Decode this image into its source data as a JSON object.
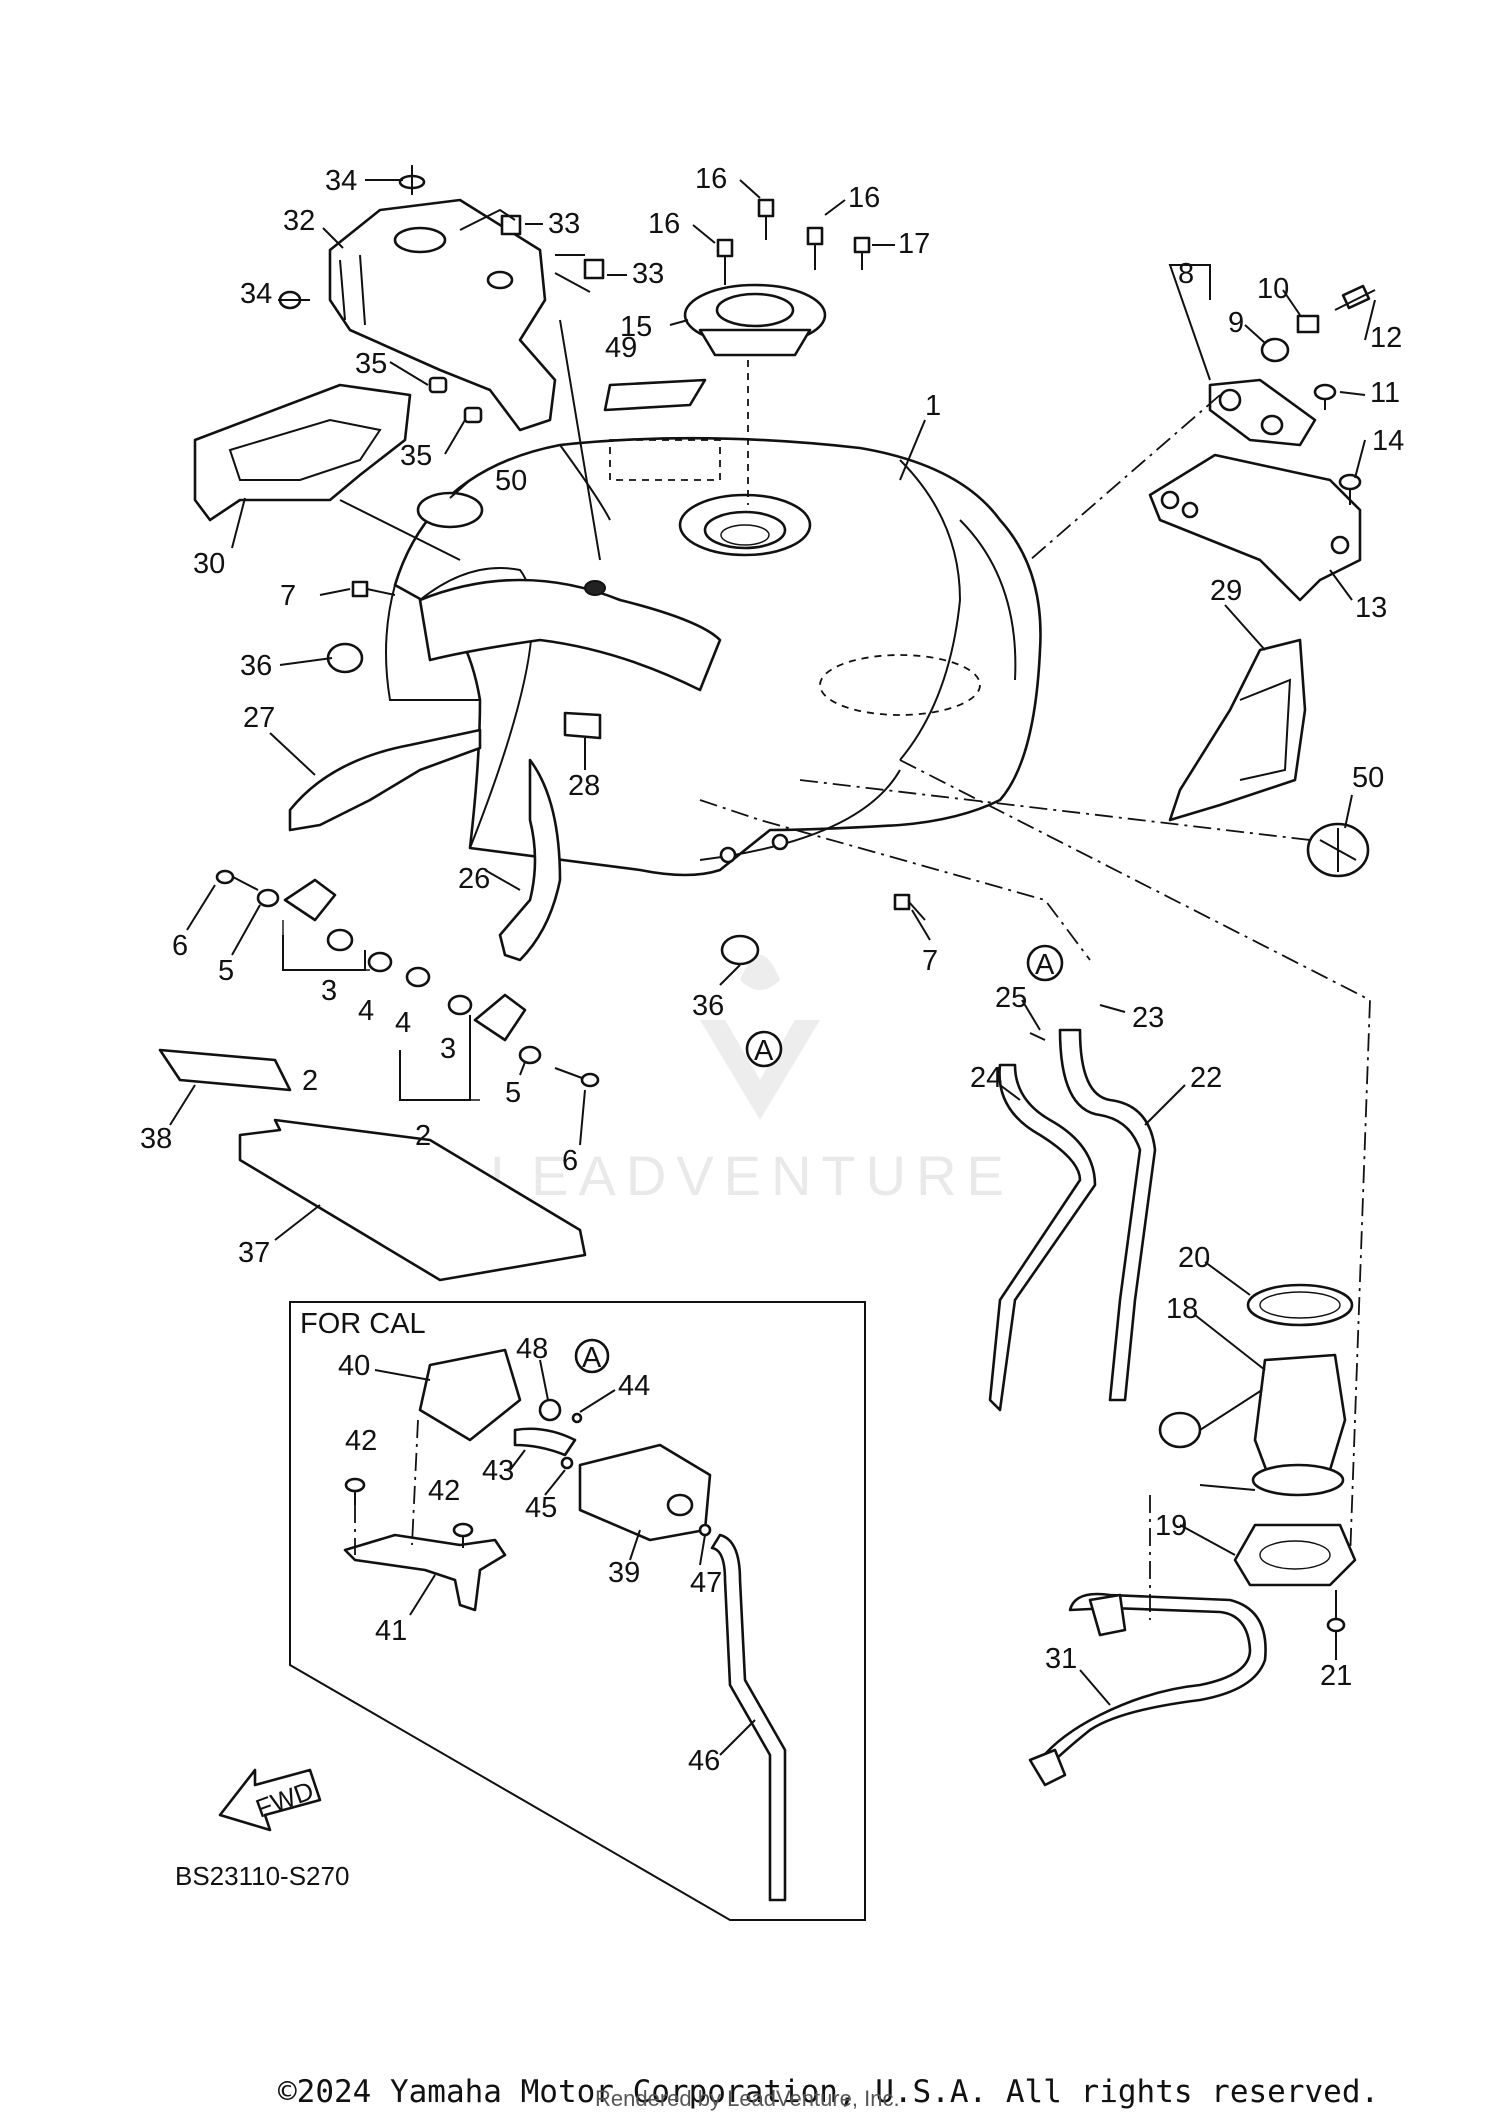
{
  "diagram": {
    "parts": [
      {
        "id": "p1",
        "label": "1"
      },
      {
        "id": "p2a",
        "label": "2"
      },
      {
        "id": "p2b",
        "label": "2"
      },
      {
        "id": "p3a",
        "label": "3"
      },
      {
        "id": "p3b",
        "label": "3"
      },
      {
        "id": "p4a",
        "label": "4"
      },
      {
        "id": "p4b",
        "label": "4"
      },
      {
        "id": "p5a",
        "label": "5"
      },
      {
        "id": "p5b",
        "label": "5"
      },
      {
        "id": "p6a",
        "label": "6"
      },
      {
        "id": "p6b",
        "label": "6"
      },
      {
        "id": "p7a",
        "label": "7"
      },
      {
        "id": "p7b",
        "label": "7"
      },
      {
        "id": "p8",
        "label": "8"
      },
      {
        "id": "p9",
        "label": "9"
      },
      {
        "id": "p10",
        "label": "10"
      },
      {
        "id": "p11",
        "label": "11"
      },
      {
        "id": "p12",
        "label": "12"
      },
      {
        "id": "p13",
        "label": "13"
      },
      {
        "id": "p14",
        "label": "14"
      },
      {
        "id": "p15",
        "label": "15"
      },
      {
        "id": "p16a",
        "label": "16"
      },
      {
        "id": "p16b",
        "label": "16"
      },
      {
        "id": "p16c",
        "label": "16"
      },
      {
        "id": "p17",
        "label": "17"
      },
      {
        "id": "p18",
        "label": "18"
      },
      {
        "id": "p19",
        "label": "19"
      },
      {
        "id": "p20",
        "label": "20"
      },
      {
        "id": "p21",
        "label": "21"
      },
      {
        "id": "p22",
        "label": "22"
      },
      {
        "id": "p23",
        "label": "23"
      },
      {
        "id": "p24",
        "label": "24"
      },
      {
        "id": "p25",
        "label": "25"
      },
      {
        "id": "p26",
        "label": "26"
      },
      {
        "id": "p27",
        "label": "27"
      },
      {
        "id": "p28",
        "label": "28"
      },
      {
        "id": "p29",
        "label": "29"
      },
      {
        "id": "p30",
        "label": "30"
      },
      {
        "id": "p31",
        "label": "31"
      },
      {
        "id": "p32",
        "label": "32"
      },
      {
        "id": "p33a",
        "label": "33"
      },
      {
        "id": "p33b",
        "label": "33"
      },
      {
        "id": "p34a",
        "label": "34"
      },
      {
        "id": "p34b",
        "label": "34"
      },
      {
        "id": "p35a",
        "label": "35"
      },
      {
        "id": "p35b",
        "label": "35"
      },
      {
        "id": "p36a",
        "label": "36"
      },
      {
        "id": "p36b",
        "label": "36"
      },
      {
        "id": "p37",
        "label": "37"
      },
      {
        "id": "p38",
        "label": "38"
      },
      {
        "id": "p39",
        "label": "39"
      },
      {
        "id": "p40",
        "label": "40"
      },
      {
        "id": "p41",
        "label": "41"
      },
      {
        "id": "p42a",
        "label": "42"
      },
      {
        "id": "p42b",
        "label": "42"
      },
      {
        "id": "p43",
        "label": "43"
      },
      {
        "id": "p44",
        "label": "44"
      },
      {
        "id": "p45",
        "label": "45"
      },
      {
        "id": "p46",
        "label": "46"
      },
      {
        "id": "p47",
        "label": "47"
      },
      {
        "id": "p48",
        "label": "48"
      },
      {
        "id": "p49",
        "label": "49"
      },
      {
        "id": "p50a",
        "label": "50"
      },
      {
        "id": "p50b",
        "label": "50"
      }
    ],
    "callouts": {
      "a_symbol": "A"
    },
    "inset": {
      "title": "FOR CAL"
    },
    "fwd_label": "FWD",
    "drawing_code": "BS23110-S270",
    "watermark": "LEADVENTURE",
    "rendered_by": "Rendered by LeadVenture, Inc.",
    "copyright": "©2024 Yamaha Motor Corporation, U.S.A. All rights reserved."
  }
}
